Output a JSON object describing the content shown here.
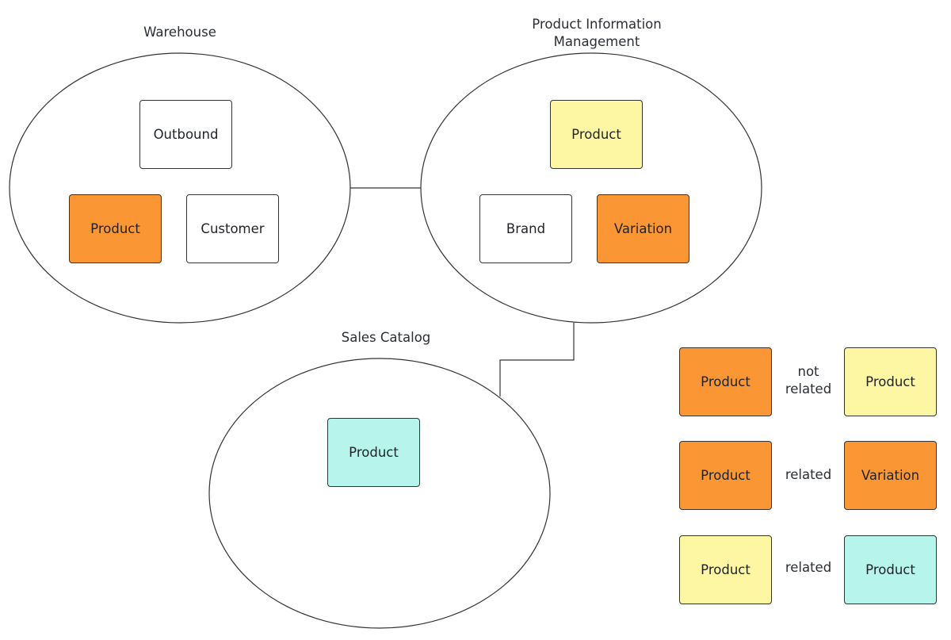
{
  "colors": {
    "orange": "#fb9634",
    "yellow": "#fdf7a4",
    "cyan": "#b6f4ec",
    "white": "#ffffff",
    "outline": "#333333"
  },
  "contexts": {
    "warehouse": {
      "title": "Warehouse",
      "entities": {
        "outbound": {
          "label": "Outbound",
          "color": "white"
        },
        "product": {
          "label": "Product",
          "color": "orange"
        },
        "customer": {
          "label": "Customer",
          "color": "white"
        }
      }
    },
    "pim": {
      "title": "Product Information\nManagement",
      "entities": {
        "product": {
          "label": "Product",
          "color": "yellow"
        },
        "brand": {
          "label": "Brand",
          "color": "white"
        },
        "variation": {
          "label": "Variation",
          "color": "orange"
        }
      }
    },
    "sales_catalog": {
      "title": "Sales Catalog",
      "entities": {
        "product": {
          "label": "Product",
          "color": "cyan"
        }
      }
    }
  },
  "legend": [
    {
      "left": {
        "label": "Product",
        "color": "orange"
      },
      "relation": "not\nrelated",
      "right": {
        "label": "Product",
        "color": "yellow"
      }
    },
    {
      "left": {
        "label": "Product",
        "color": "orange"
      },
      "relation": "related",
      "right": {
        "label": "Variation",
        "color": "orange"
      }
    },
    {
      "left": {
        "label": "Product",
        "color": "yellow"
      },
      "relation": "related",
      "right": {
        "label": "Product",
        "color": "cyan"
      }
    }
  ]
}
